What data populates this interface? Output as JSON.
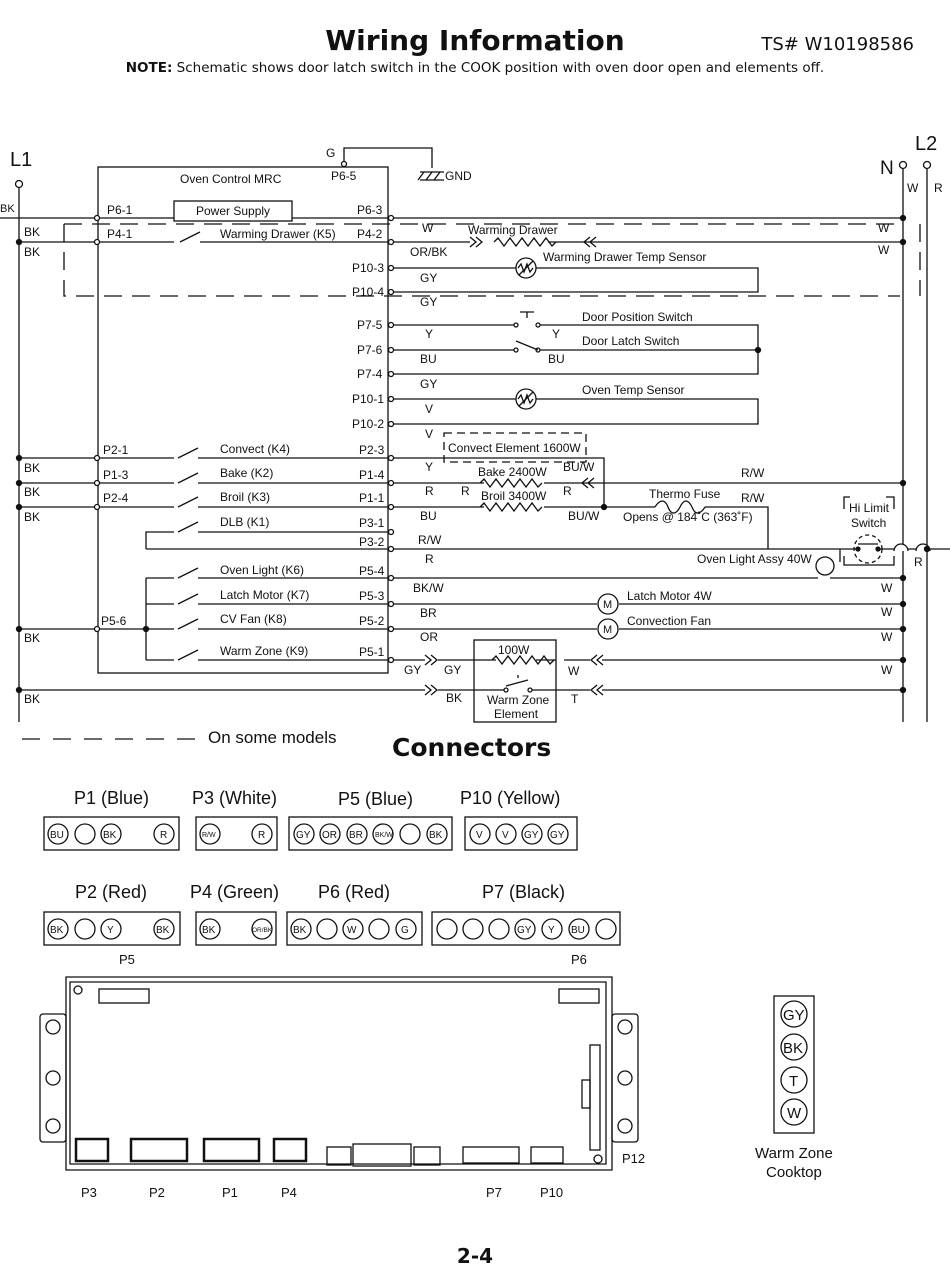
{
  "header": {
    "title": "Wiring Information",
    "ts_number": "TS# W10198586",
    "note_label": "NOTE:",
    "note_text": "Schematic shows door latch switch in the COOK position with oven door open and elements off."
  },
  "schematic": {
    "lines": {
      "l1": "L1",
      "l2": "L2",
      "n": "N",
      "w": "W",
      "r": "R",
      "g": "G",
      "gnd": "GND",
      "bk": "BK"
    },
    "control_board": "Oven Control MRC",
    "power_supply": "Power Supply",
    "pins": {
      "p6_5": "P6-5",
      "p6_1": "P6-1",
      "p6_3": "P6-3",
      "p4_1": "P4-1",
      "p4_2": "P4-2",
      "p10_3": "P10-3",
      "p10_4": "P10-4",
      "p7_5": "P7-5",
      "p7_6": "P7-6",
      "p7_4": "P7-4",
      "p10_1": "P10-1",
      "p10_2": "P10-2",
      "p2_1": "P2-1",
      "p2_3": "P2-3",
      "p1_3": "P1-3",
      "p1_4": "P1-4",
      "p2_4": "P2-4",
      "p1_1": "P1-1",
      "p3_1": "P3-1",
      "p3_2": "P3-2",
      "p5_4": "P5-4",
      "p5_3": "P5-3",
      "p5_6": "P5-6",
      "p5_2": "P5-2",
      "p5_1": "P5-1"
    },
    "relays": {
      "warming_drawer": "Warming Drawer (K5)",
      "convect": "Convect (K4)",
      "bake": "Bake (K2)",
      "broil": "Broil (K3)",
      "dlb": "DLB (K1)",
      "oven_light": "Oven Light (K6)",
      "latch_motor": "Latch Motor (K7)",
      "cv_fan": "CV Fan (K8)",
      "warm_zone": "Warm Zone (K9)"
    },
    "components": {
      "warming_drawer": "Warming Drawer",
      "warming_drawer_sensor": "Warming Drawer Temp Sensor",
      "door_position_switch": "Door Position Switch",
      "door_latch_switch": "Door Latch Switch",
      "oven_temp_sensor": "Oven Temp Sensor",
      "convect_element": "Convect Element 1600W",
      "bake": "Bake 2400W",
      "broil": "Broil 3400W",
      "thermo_fuse": "Thermo Fuse",
      "thermo_fuse_rating": "Opens @ 184˚C (363˚F)",
      "hi_limit_1": "Hi Limit",
      "hi_limit_2": "Switch",
      "oven_light": "Oven Light Assy 40W",
      "latch_motor": "Latch Motor 4W",
      "convection_fan": "Convection Fan",
      "warm_zone_watt": "100W",
      "warm_zone_1": "Warm Zone",
      "warm_zone_2": "Element",
      "motor": "M",
      "t": "T"
    },
    "wire_colors": {
      "w": "W",
      "orbk": "OR/BK",
      "gy": "GY",
      "y": "Y",
      "bu": "BU",
      "v": "V",
      "r": "R",
      "rw": "R/W",
      "buw": "BU/W",
      "bkw": "BK/W",
      "br": "BR",
      "or": "OR",
      "bk": "BK"
    },
    "legend_text": "On some models"
  },
  "connectors": {
    "title": "Connectors",
    "items": [
      {
        "label": "P1 (Blue)",
        "pins": [
          "BU",
          "",
          "BK",
          "",
          "",
          "R"
        ]
      },
      {
        "label": "P3 (White)",
        "pins": [
          "R/W",
          "",
          "R"
        ]
      },
      {
        "label": "P5 (Blue)",
        "pins": [
          "GY",
          "OR",
          "BR",
          "BK/W",
          "",
          "BK"
        ]
      },
      {
        "label": "P10 (Yellow)",
        "pins": [
          "V",
          "V",
          "GY",
          "GY"
        ]
      },
      {
        "label": "P2 (Red)",
        "pins": [
          "BK",
          "",
          "Y",
          "",
          "",
          "BK"
        ]
      },
      {
        "label": "P4 (Green)",
        "pins": [
          "BK",
          "",
          "OR/BK"
        ]
      },
      {
        "label": "P6 (Red)",
        "pins": [
          "BK",
          "",
          "W",
          "",
          "G"
        ]
      },
      {
        "label": "P7 (Black)",
        "pins": [
          "",
          "",
          "",
          "GY",
          "Y",
          "BU",
          ""
        ]
      }
    ],
    "board_labels": {
      "p5": "P5",
      "p6": "P6",
      "p3": "P3",
      "p2": "P2",
      "p1": "P1",
      "p4": "P4",
      "p7": "P7",
      "p10": "P10",
      "p12": "P12"
    },
    "warm_zone_cooktop": {
      "pins": [
        "GY",
        "BK",
        "T",
        "W"
      ],
      "label_1": "Warm Zone",
      "label_2": "Cooktop"
    }
  },
  "page_number": "2-4"
}
